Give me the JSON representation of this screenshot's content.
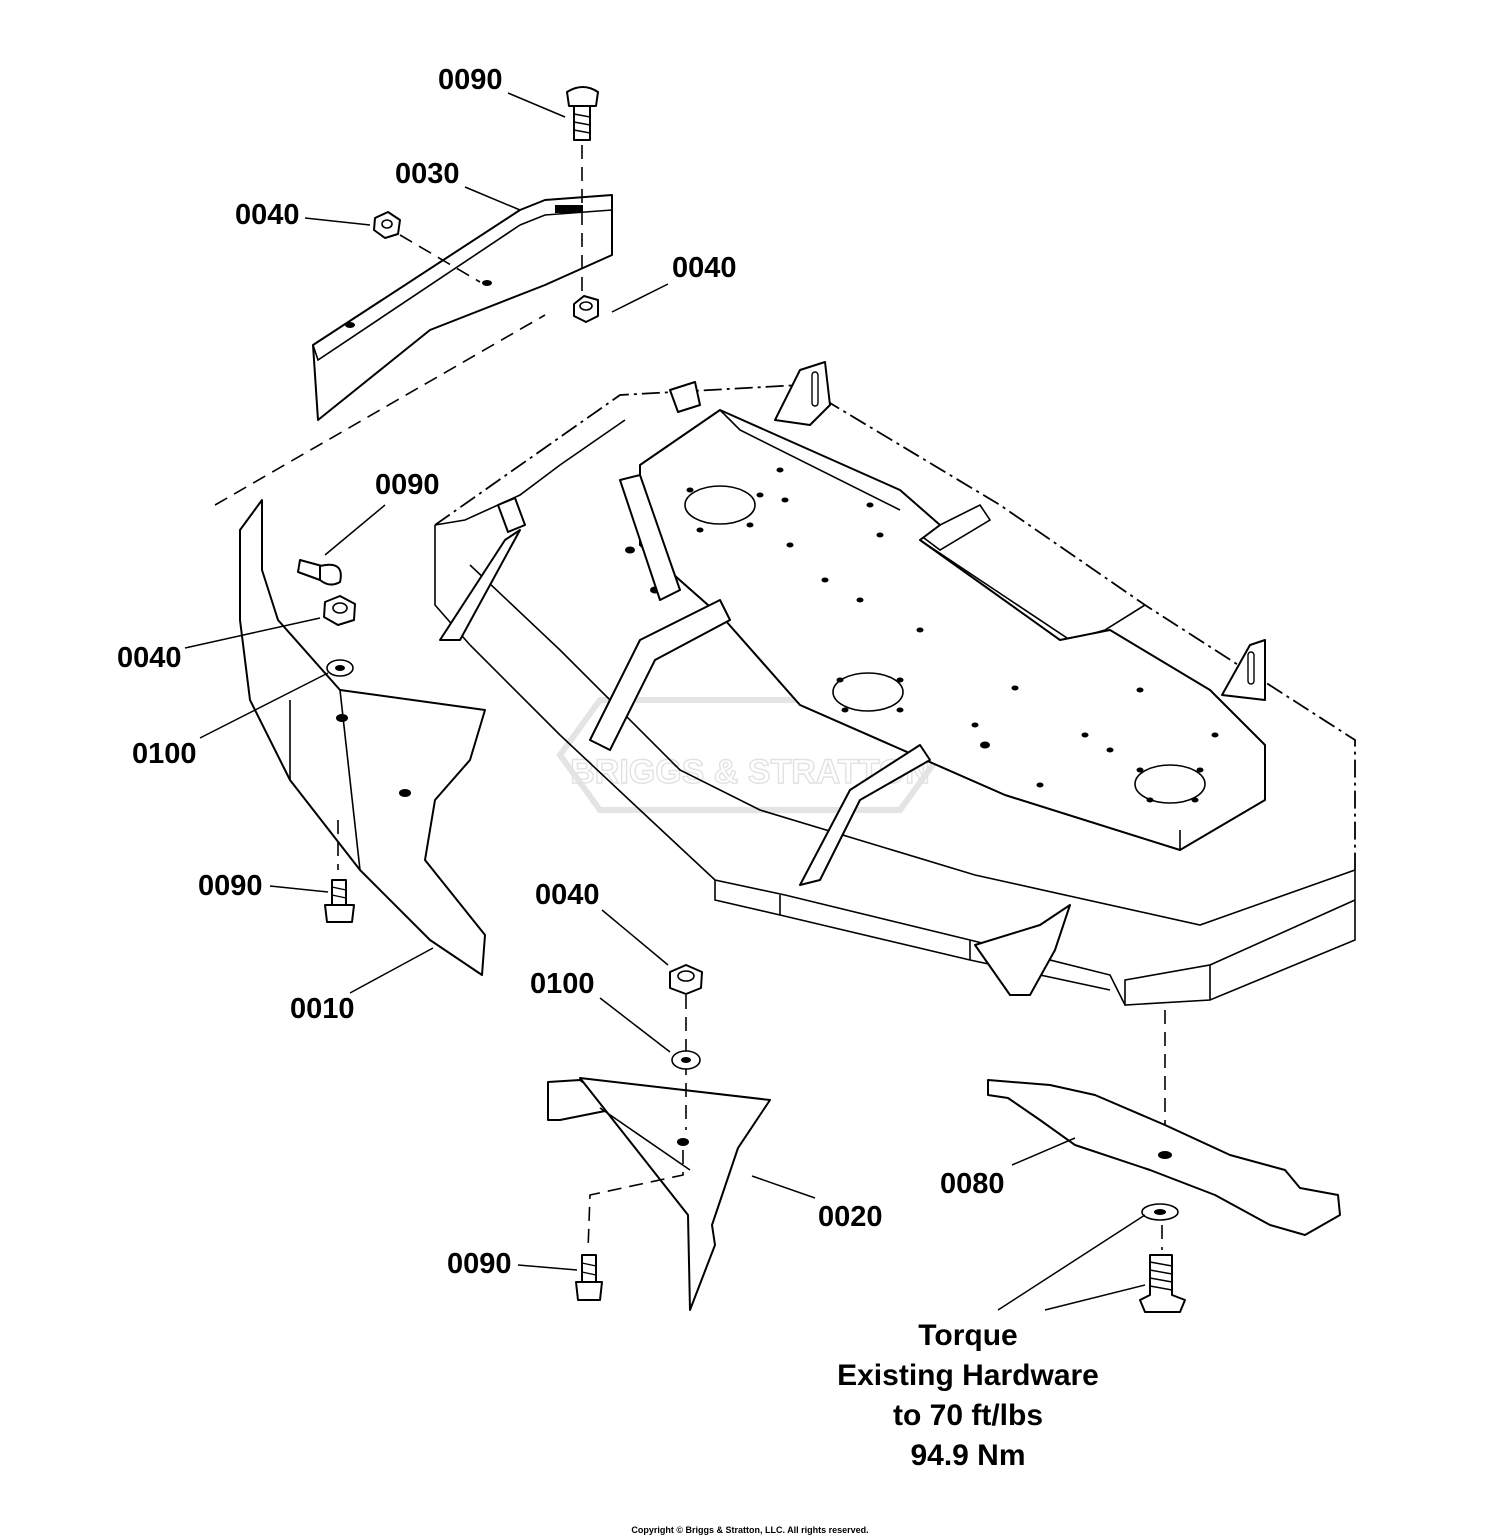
{
  "callouts": {
    "c1": "0090",
    "c2": "0030",
    "c3": "0040",
    "c4": "0040",
    "c5": "0090",
    "c6": "0040",
    "c7": "0100",
    "c8": "0090",
    "c9": "0010",
    "c10": "0040",
    "c11": "0100",
    "c12": "0020",
    "c13": "0090",
    "c14": "0080"
  },
  "torque_note": {
    "line1": "Torque",
    "line2": "Existing Hardware",
    "line3": "to 70 ft/lbs",
    "line4": "94.9 Nm"
  },
  "watermark": "BRIGGS & STRATTON",
  "copyright": "Copyright © Briggs & Stratton, LLC. All rights reserved."
}
